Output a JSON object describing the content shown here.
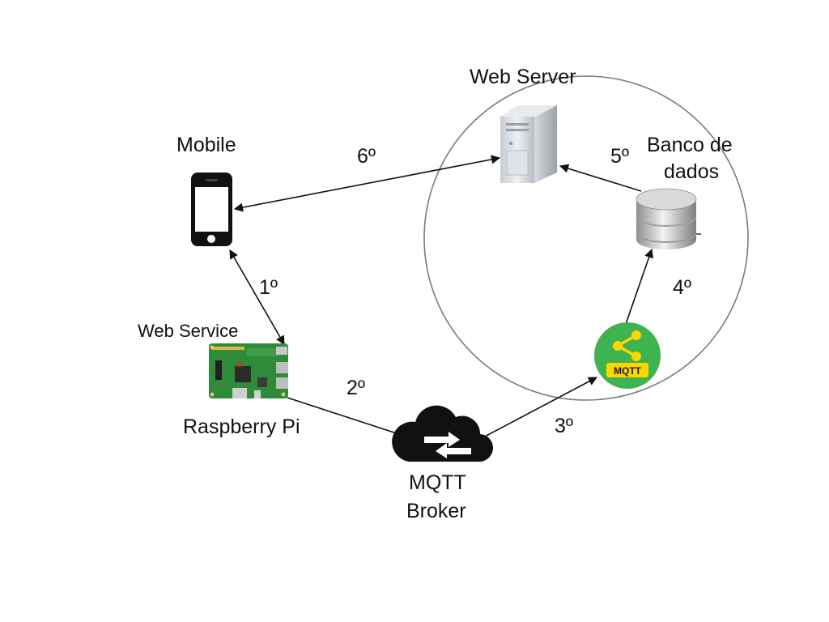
{
  "labels": {
    "mobile": "Mobile",
    "web_server": "Web Server",
    "banco": [
      "Banco de",
      "dados"
    ],
    "web_service": "Web Service",
    "raspberry": "Raspberry Pi",
    "mqtt_broker": [
      "MQTT",
      "Broker"
    ],
    "mqtt_badge": "MQTT"
  },
  "steps": [
    "1º",
    "2º",
    "3º",
    "4º",
    "5º",
    "6º"
  ],
  "colors": {
    "line": "#111111",
    "circle": "#7a7a7a",
    "mqtt_green": "#3fb34f",
    "mqtt_yellow": "#ffd500",
    "pcb_green": "#2f8a3a",
    "cloud": "#111111"
  },
  "icons": [
    "smartphone-icon",
    "server-tower-icon",
    "database-icon",
    "raspberry-pi-board-icon",
    "cloud-exchange-icon",
    "mqtt-share-icon"
  ]
}
